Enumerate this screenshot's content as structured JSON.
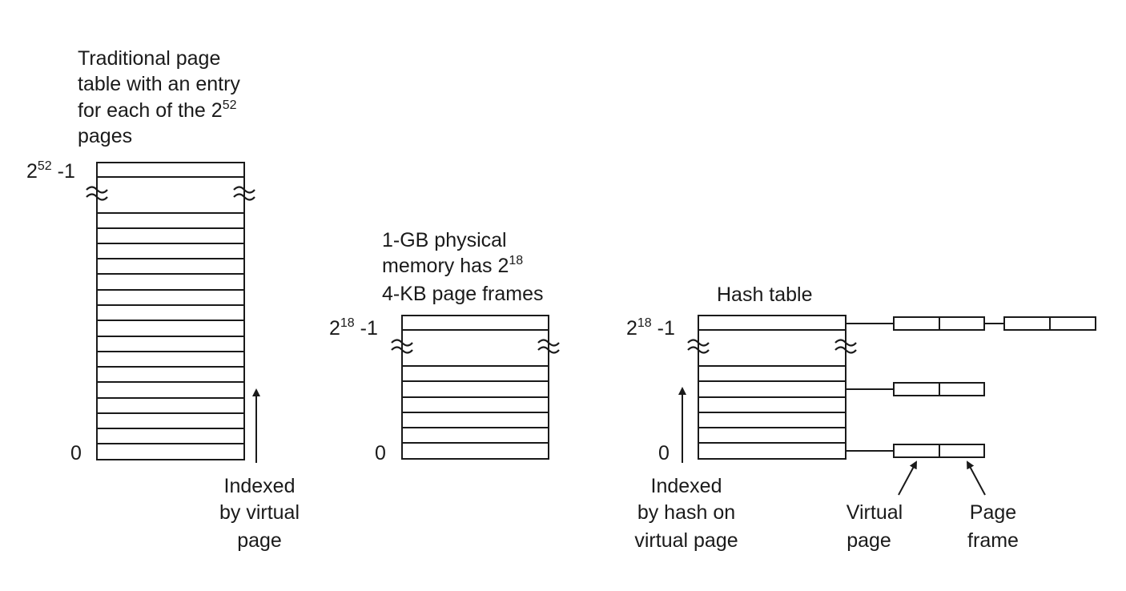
{
  "traditional_table": {
    "caption_lines": [
      "Traditional page",
      "table with an entry",
      "for each of the 2",
      "pages"
    ],
    "caption_exponent": "52",
    "top_label_base": "2",
    "top_label_exponent": "52",
    "top_label_suffix": " -1",
    "bottom_label": "0",
    "index_note_lines": [
      "Indexed",
      "by virtual",
      "page"
    ]
  },
  "physical_memory": {
    "caption_lines": [
      "1-GB physical",
      "memory has 2",
      "4-KB page frames"
    ],
    "caption_exponent": "18",
    "top_label_base": "2",
    "top_label_exponent": "18",
    "top_label_suffix": " -1",
    "bottom_label": "0"
  },
  "hash_table": {
    "caption": "Hash table",
    "top_label_base": "2",
    "top_label_exponent": "18",
    "top_label_suffix": " -1",
    "bottom_label": "0",
    "index_note_lines": [
      "Indexed",
      "by hash on",
      "virtual page"
    ],
    "virtual_page_label_lines": [
      "Virtual",
      "page"
    ],
    "page_frame_label_lines": [
      "Page",
      "frame"
    ]
  }
}
